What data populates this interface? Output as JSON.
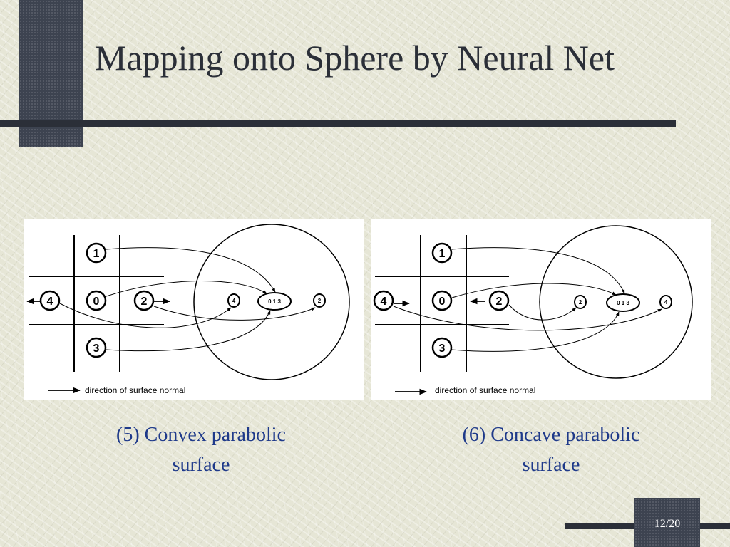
{
  "slide": {
    "title": "Mapping onto Sphere by Neural Net",
    "page_number": "12/20"
  },
  "figures": [
    {
      "caption_line1": "(5) Convex parabolic",
      "caption_line2": "surface",
      "legend": "direction of surface normal",
      "grid_labels": {
        "top": "1",
        "left": "4",
        "center": "0",
        "right": "2",
        "bottom": "3"
      },
      "sphere_labels": {
        "left": "4",
        "center": "0 1 3",
        "right": "2"
      }
    },
    {
      "caption_line1": "(6) Concave parabolic",
      "caption_line2": "surface",
      "legend": "direction of surface normal",
      "grid_labels": {
        "top": "1",
        "left": "4",
        "center": "0",
        "right": "2",
        "bottom": "3"
      },
      "sphere_labels": {
        "left": "2",
        "center": "0 1 3",
        "right": "4"
      }
    }
  ]
}
